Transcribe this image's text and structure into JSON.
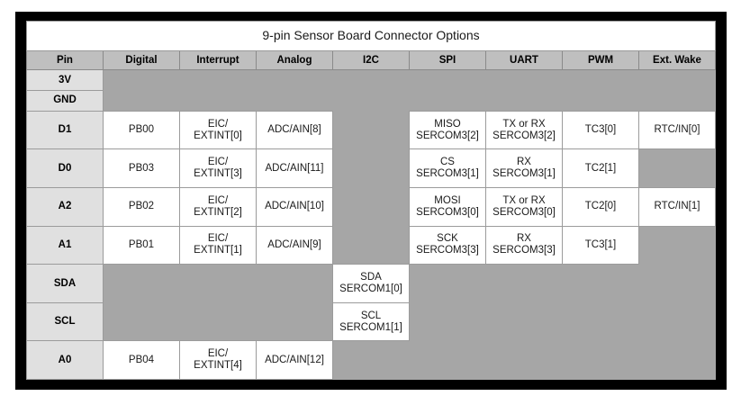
{
  "table": {
    "title": "9-pin Sensor Board Connector Options",
    "columns": [
      {
        "key": "pin",
        "label": "Pin"
      },
      {
        "key": "digital",
        "label": "Digital"
      },
      {
        "key": "interrupt",
        "label": "Interrupt"
      },
      {
        "key": "analog",
        "label": "Analog"
      },
      {
        "key": "i2c",
        "label": "I2C"
      },
      {
        "key": "spi",
        "label": "SPI"
      },
      {
        "key": "uart",
        "label": "UART"
      },
      {
        "key": "pwm",
        "label": "PWM"
      },
      {
        "key": "extwake",
        "label": "Ext. Wake"
      }
    ],
    "rows": [
      {
        "pin": "3V",
        "height": "short",
        "digital": [],
        "interrupt": [],
        "analog": [],
        "i2c": [],
        "spi": [],
        "uart": [],
        "pwm": [],
        "extwake": []
      },
      {
        "pin": "GND",
        "height": "short",
        "digital": [],
        "interrupt": [],
        "analog": [],
        "i2c": [],
        "spi": [],
        "uart": [],
        "pwm": [],
        "extwake": []
      },
      {
        "pin": "D1",
        "height": "tall",
        "digital": [
          "PB00"
        ],
        "interrupt": [
          "EIC/",
          "EXTINT[0]"
        ],
        "analog": [
          "ADC/AIN[8]"
        ],
        "i2c": [],
        "spi": [
          "MISO",
          "SERCOM3[2]"
        ],
        "uart": [
          "TX or RX",
          "SERCOM3[2]"
        ],
        "pwm": [
          "TC3[0]"
        ],
        "extwake": [
          "RTC/IN[0]"
        ]
      },
      {
        "pin": "D0",
        "height": "tall",
        "digital": [
          "PB03"
        ],
        "interrupt": [
          "EIC/",
          "EXTINT[3]"
        ],
        "analog": [
          "ADC/AIN[11]"
        ],
        "i2c": [],
        "spi": [
          "CS",
          "SERCOM3[1]"
        ],
        "uart": [
          "RX",
          "SERCOM3[1]"
        ],
        "pwm": [
          "TC2[1]"
        ],
        "extwake": []
      },
      {
        "pin": "A2",
        "height": "tall",
        "digital": [
          "PB02"
        ],
        "interrupt": [
          "EIC/",
          "EXTINT[2]"
        ],
        "analog": [
          "ADC/AIN[10]"
        ],
        "i2c": [],
        "spi": [
          "MOSI",
          "SERCOM3[0]"
        ],
        "uart": [
          "TX or RX",
          "SERCOM3[0]"
        ],
        "pwm": [
          "TC2[0]"
        ],
        "extwake": [
          "RTC/IN[1]"
        ]
      },
      {
        "pin": "A1",
        "height": "tall",
        "digital": [
          "PB01"
        ],
        "interrupt": [
          "EIC/",
          "EXTINT[1]"
        ],
        "analog": [
          "ADC/AIN[9]"
        ],
        "i2c": [],
        "spi": [
          "SCK",
          "SERCOM3[3]"
        ],
        "uart": [
          "RX",
          "SERCOM3[3]"
        ],
        "pwm": [
          "TC3[1]"
        ],
        "extwake": []
      },
      {
        "pin": "SDA",
        "height": "tall",
        "digital": [],
        "interrupt": [],
        "analog": [],
        "i2c": [
          "SDA",
          "SERCOM1[0]"
        ],
        "spi": [],
        "uart": [],
        "pwm": [],
        "extwake": []
      },
      {
        "pin": "SCL",
        "height": "tall",
        "digital": [],
        "interrupt": [],
        "analog": [],
        "i2c": [
          "SCL",
          "SERCOM1[1]"
        ],
        "spi": [],
        "uart": [],
        "pwm": [],
        "extwake": []
      },
      {
        "pin": "A0",
        "height": "tall",
        "digital": [
          "PB04"
        ],
        "interrupt": [
          "EIC/",
          "EXTINT[4]"
        ],
        "analog": [
          "ADC/AIN[12]"
        ],
        "i2c": [],
        "spi": [],
        "uart": [],
        "pwm": [],
        "extwake": []
      }
    ]
  },
  "colors": {
    "frame": "#000000",
    "page_background": "#ffffff",
    "empty_cell": "#a6a6a6",
    "header_row": "#bfbfbf",
    "pin_column": "#e0e0e0",
    "data_cell": "#ffffff",
    "grid_line": "#9b9b9b",
    "text": "#1a1a1a"
  }
}
